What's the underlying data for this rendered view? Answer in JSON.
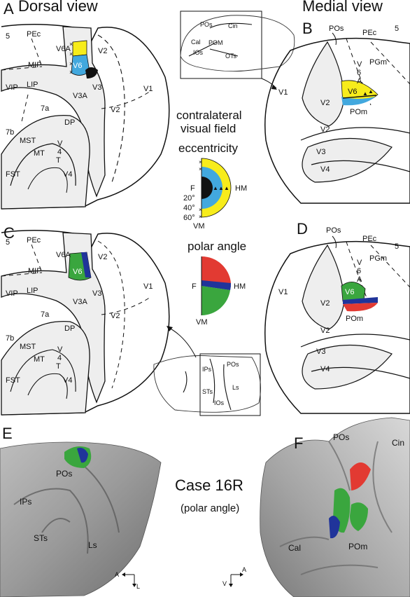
{
  "headers": {
    "dorsal_view": "Dorsal view",
    "medial_view": "Medial view",
    "contralateral_line1": "contralateral",
    "contralateral_line2": "visual field",
    "eccentricity": "eccentricity",
    "polar_angle": "polar angle",
    "case_title": "Case 16R",
    "case_subtitle": "(polar angle)"
  },
  "panel_letters": [
    "A",
    "B",
    "C",
    "D",
    "E",
    "F"
  ],
  "panel_a": {
    "labels": [
      "5",
      "PEc",
      "V6A",
      "MIP",
      "V6",
      "V2",
      "VIP",
      "LIP",
      "V3",
      "V1",
      "V3A",
      "7a",
      "V2",
      "DP",
      "7b",
      "MST",
      "MT",
      "V",
      "4",
      "T",
      "FST",
      "V4"
    ]
  },
  "panel_b": {
    "labels": [
      "POs",
      "PEc",
      "5",
      "PGm",
      "V",
      "6",
      "A",
      "V1",
      "V6",
      "V2",
      "POm",
      "V2",
      "V3",
      "V4"
    ]
  },
  "panel_c": {
    "labels": [
      "5",
      "PEc",
      "V6A",
      "MIP",
      "V6",
      "V2",
      "VIP",
      "LIP",
      "V3",
      "V1",
      "V3A",
      "7a",
      "V2",
      "DP",
      "7b",
      "MST",
      "MT",
      "V",
      "4",
      "T",
      "FST",
      "V4"
    ]
  },
  "panel_d": {
    "labels": [
      "POs",
      "PEc",
      "5",
      "PGm",
      "V",
      "6",
      "A",
      "V1",
      "V6",
      "V2",
      "POm",
      "V2",
      "V3",
      "V4"
    ]
  },
  "inset_top": {
    "labels": [
      "POs",
      "Cin",
      "POM",
      "Cal",
      "IOs",
      "OTs"
    ]
  },
  "inset_bottom": {
    "labels": [
      "IPs",
      "POs",
      "STs",
      "Ls",
      "IOs"
    ]
  },
  "legend_eccentricity": {
    "labels": [
      "F",
      "HM",
      "20°",
      "40°",
      "60°",
      "VM"
    ]
  },
  "legend_polar": {
    "labels": [
      "F",
      "HM",
      "VM"
    ]
  },
  "panel_e": {
    "labels": [
      "POs",
      "IPs",
      "STs",
      "Ls"
    ],
    "axes": [
      "A",
      "L"
    ]
  },
  "panel_f": {
    "labels": [
      "POs",
      "Cin",
      "Cal",
      "POm"
    ],
    "axes": [
      "V",
      "A"
    ]
  },
  "colors": {
    "yellow": "#f7ec1b",
    "light_blue": "#42a8de",
    "green": "#3aa63e",
    "blue": "#20349a",
    "red": "#e23a32",
    "cortex_fill": "#eeeeee",
    "black": "#111111"
  }
}
